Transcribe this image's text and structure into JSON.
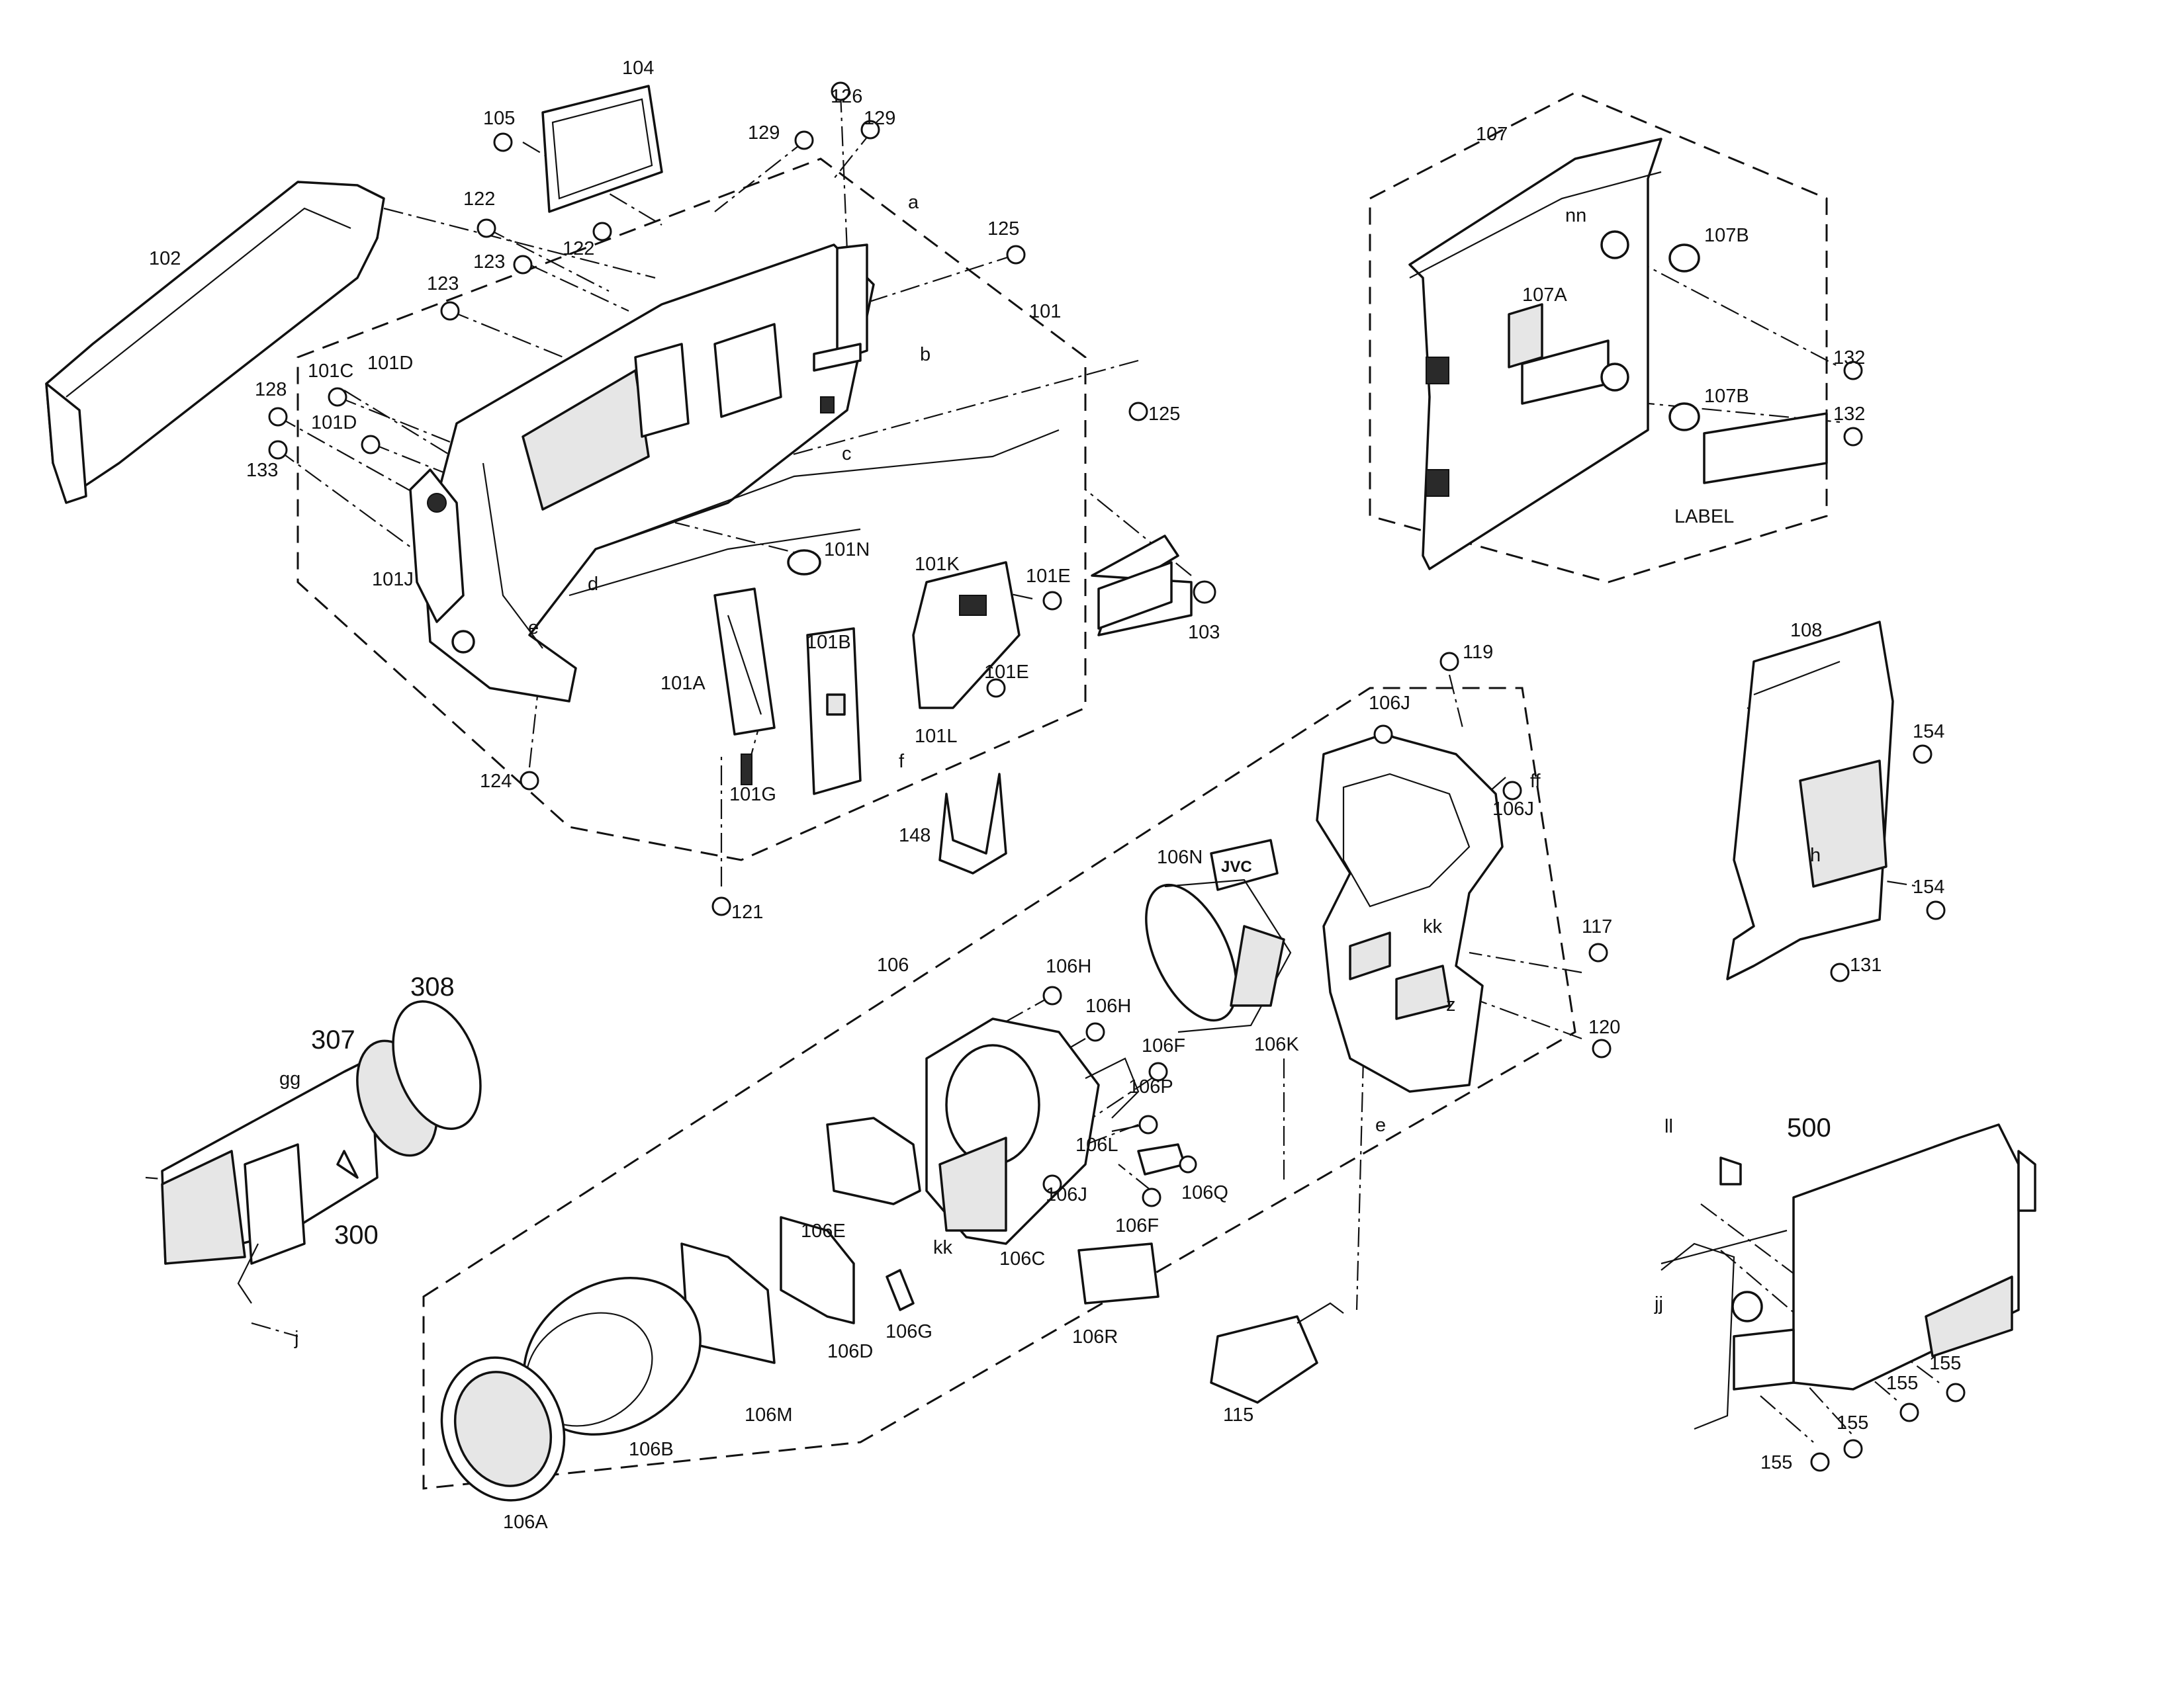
{
  "callouts": [
    {
      "id": "c-104",
      "text": "104"
    },
    {
      "id": "c-126",
      "text": "126"
    },
    {
      "id": "c-129a",
      "text": "129"
    },
    {
      "id": "c-129b",
      "text": "129"
    },
    {
      "id": "c-105",
      "text": "105"
    },
    {
      "id": "c-102",
      "text": "102"
    },
    {
      "id": "c-122a",
      "text": "122"
    },
    {
      "id": "c-122b",
      "text": "122"
    },
    {
      "id": "c-123a",
      "text": "123"
    },
    {
      "id": "c-123b",
      "text": "123"
    },
    {
      "id": "c-a",
      "text": "a"
    },
    {
      "id": "c-125a",
      "text": "125"
    },
    {
      "id": "c-101",
      "text": "101"
    },
    {
      "id": "c-b",
      "text": "b"
    },
    {
      "id": "c-101C",
      "text": "101C"
    },
    {
      "id": "c-101Da",
      "text": "101D"
    },
    {
      "id": "c-128",
      "text": "128"
    },
    {
      "id": "c-101Db",
      "text": "101D"
    },
    {
      "id": "c-133",
      "text": "133"
    },
    {
      "id": "c-125b",
      "text": "125"
    },
    {
      "id": "c-c",
      "text": "c"
    },
    {
      "id": "c-101N",
      "text": "101N"
    },
    {
      "id": "c-101K",
      "text": "101K"
    },
    {
      "id": "c-101Ea",
      "text": "101E"
    },
    {
      "id": "c-103",
      "text": "103"
    },
    {
      "id": "c-101J",
      "text": "101J"
    },
    {
      "id": "c-d",
      "text": "d"
    },
    {
      "id": "c-e1",
      "text": "e"
    },
    {
      "id": "c-101B",
      "text": "101B"
    },
    {
      "id": "c-101A",
      "text": "101A"
    },
    {
      "id": "c-101Eb",
      "text": "101E"
    },
    {
      "id": "c-f",
      "text": "f"
    },
    {
      "id": "c-101L",
      "text": "101L"
    },
    {
      "id": "c-124",
      "text": "124"
    },
    {
      "id": "c-101G",
      "text": "101G"
    },
    {
      "id": "c-148",
      "text": "148"
    },
    {
      "id": "c-121",
      "text": "121"
    },
    {
      "id": "c-107",
      "text": "107"
    },
    {
      "id": "c-nn",
      "text": "nn"
    },
    {
      "id": "c-107Ba",
      "text": "107B"
    },
    {
      "id": "c-107A",
      "text": "107A"
    },
    {
      "id": "c-132a",
      "text": "132"
    },
    {
      "id": "c-107Bb",
      "text": "107B"
    },
    {
      "id": "c-132b",
      "text": "132"
    },
    {
      "id": "c-LABEL",
      "text": "LABEL"
    },
    {
      "id": "c-119",
      "text": "119"
    },
    {
      "id": "c-106Ja",
      "text": "106J"
    },
    {
      "id": "c-ff",
      "text": "ff"
    },
    {
      "id": "c-106Jb",
      "text": "106J"
    },
    {
      "id": "c-108",
      "text": "108"
    },
    {
      "id": "c-154a",
      "text": "154"
    },
    {
      "id": "c-h",
      "text": "h"
    },
    {
      "id": "c-154b",
      "text": "154"
    },
    {
      "id": "c-131",
      "text": "131"
    },
    {
      "id": "c-106N",
      "text": "106N"
    },
    {
      "id": "c-kk1",
      "text": "kk"
    },
    {
      "id": "c-117",
      "text": "117"
    },
    {
      "id": "c-106",
      "text": "106"
    },
    {
      "id": "c-106Ha",
      "text": "106H"
    },
    {
      "id": "c-106Hb",
      "text": "106H"
    },
    {
      "id": "c-z",
      "text": "z"
    },
    {
      "id": "c-120",
      "text": "120"
    },
    {
      "id": "c-106Fa",
      "text": "106F"
    },
    {
      "id": "c-106K",
      "text": "106K"
    },
    {
      "id": "c-106P",
      "text": "106P"
    },
    {
      "id": "c-e2",
      "text": "e"
    },
    {
      "id": "c-106L",
      "text": "106L"
    },
    {
      "id": "c-106Q",
      "text": "106Q"
    },
    {
      "id": "c-106Jc",
      "text": "106J"
    },
    {
      "id": "c-106Fb",
      "text": "106F"
    },
    {
      "id": "c-106E",
      "text": "106E"
    },
    {
      "id": "c-kk2",
      "text": "kk"
    },
    {
      "id": "c-106C",
      "text": "106C"
    },
    {
      "id": "c-106G",
      "text": "106G"
    },
    {
      "id": "c-106D",
      "text": "106D"
    },
    {
      "id": "c-106R",
      "text": "106R"
    },
    {
      "id": "c-106M",
      "text": "106M"
    },
    {
      "id": "c-106B",
      "text": "106B"
    },
    {
      "id": "c-106A",
      "text": "106A"
    },
    {
      "id": "c-115",
      "text": "115"
    },
    {
      "id": "c-gg",
      "text": "gg"
    },
    {
      "id": "c-j",
      "text": "j"
    },
    {
      "id": "c-ll",
      "text": "ll"
    },
    {
      "id": "c-jj",
      "text": "jj"
    },
    {
      "id": "c-155a",
      "text": "155"
    },
    {
      "id": "c-155b",
      "text": "155"
    },
    {
      "id": "c-155c",
      "text": "155"
    },
    {
      "id": "c-155d",
      "text": "155"
    }
  ],
  "big_callouts": [
    {
      "id": "c-308",
      "text": "308"
    },
    {
      "id": "c-307",
      "text": "307"
    },
    {
      "id": "c-300",
      "text": "300"
    },
    {
      "id": "c-500",
      "text": "500"
    }
  ],
  "brand_mark": "JVC"
}
